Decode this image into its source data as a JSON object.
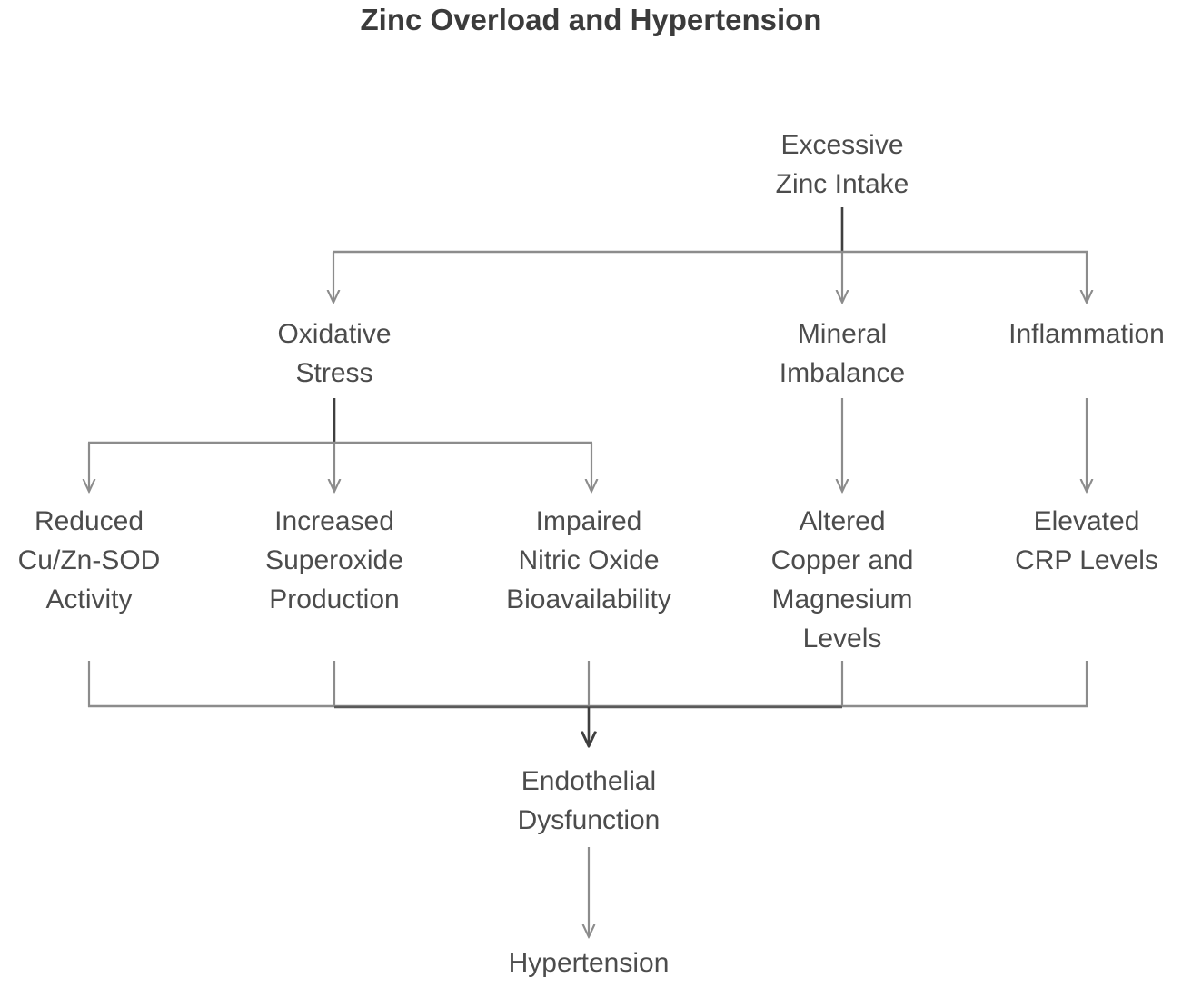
{
  "title": "Zinc Overload and Hypertension",
  "colors": {
    "text": "#4c4c4c",
    "title": "#3b3b3b",
    "connector_light": "#8c8c8c",
    "connector_dark": "#3f3f3f",
    "background": "#ffffff"
  },
  "chart_data": {
    "type": "diagram",
    "title": "Zinc Overload and Hypertension",
    "layout": "top-down flowchart",
    "levels": [
      [
        "Excessive Zinc Intake"
      ],
      [
        "Oxidative Stress",
        "Mineral Imbalance",
        "Inflammation"
      ],
      [
        "Reduced Cu/Zn-SOD Activity",
        "Increased Superoxide Production",
        "Impaired Nitric Oxide Bioavailability",
        "Altered Copper and Magnesium Levels",
        "Elevated CRP Levels"
      ],
      [
        "Endothelial Dysfunction"
      ],
      [
        "Hypertension"
      ]
    ],
    "edges": [
      {
        "from": "Excessive Zinc Intake",
        "to": "Oxidative Stress"
      },
      {
        "from": "Excessive Zinc Intake",
        "to": "Mineral Imbalance"
      },
      {
        "from": "Excessive Zinc Intake",
        "to": "Inflammation"
      },
      {
        "from": "Oxidative Stress",
        "to": "Reduced Cu/Zn-SOD Activity"
      },
      {
        "from": "Oxidative Stress",
        "to": "Increased Superoxide Production"
      },
      {
        "from": "Oxidative Stress",
        "to": "Impaired Nitric Oxide Bioavailability"
      },
      {
        "from": "Mineral Imbalance",
        "to": "Altered Copper and Magnesium Levels"
      },
      {
        "from": "Inflammation",
        "to": "Elevated CRP Levels"
      },
      {
        "from": "Reduced Cu/Zn-SOD Activity",
        "to": "Endothelial Dysfunction"
      },
      {
        "from": "Increased Superoxide Production",
        "to": "Endothelial Dysfunction"
      },
      {
        "from": "Impaired Nitric Oxide Bioavailability",
        "to": "Endothelial Dysfunction"
      },
      {
        "from": "Altered Copper and Magnesium Levels",
        "to": "Endothelial Dysfunction"
      },
      {
        "from": "Elevated CRP Levels",
        "to": "Endothelial Dysfunction"
      },
      {
        "from": "Endothelial Dysfunction",
        "to": "Hypertension"
      }
    ]
  },
  "nodes": {
    "excessive_zinc_intake": "Excessive\nZinc Intake",
    "oxidative_stress": "Oxidative\nStress",
    "mineral_imbalance": "Mineral\nImbalance",
    "inflammation": "Inflammation",
    "reduced_cu_zn_sod_activity": "Reduced\nCu/Zn-SOD\nActivity",
    "increased_superoxide_production": "Increased\nSuperoxide\nProduction",
    "impaired_nitric_oxide_bioavailability": "Impaired\nNitric Oxide\nBioavailability",
    "altered_copper_and_magnesium_levels": "Altered\nCopper and\nMagnesium\nLevels",
    "elevated_crp_levels": "Elevated\nCRP Levels",
    "endothelial_dysfunction": "Endothelial\nDysfunction",
    "hypertension": "Hypertension"
  }
}
